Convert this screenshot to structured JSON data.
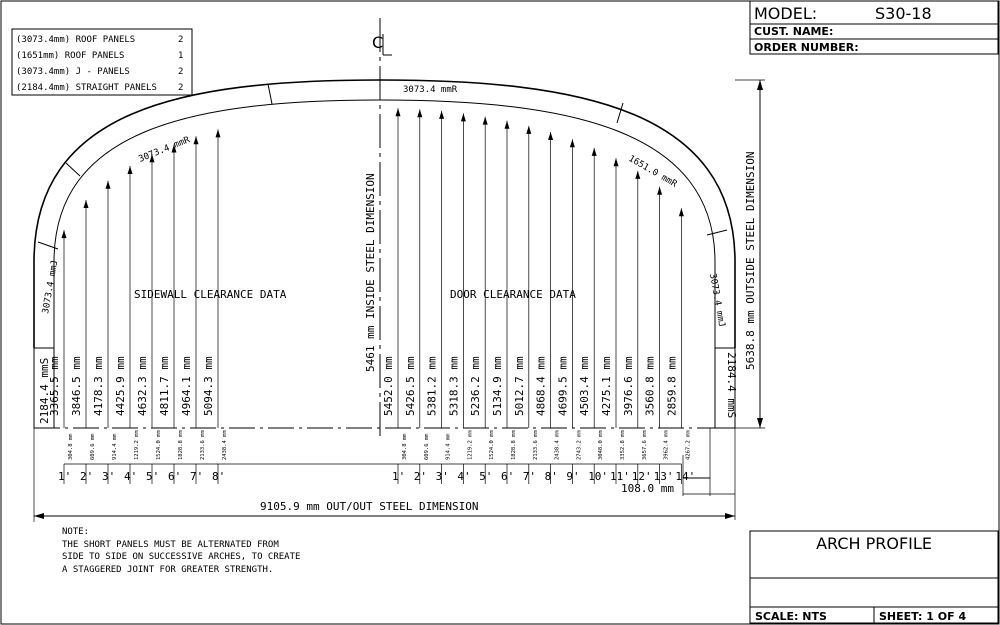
{
  "title_block": {
    "model_label": "MODEL:",
    "model_value": "S30-18",
    "cust_name_label": "CUST. NAME:",
    "order_number_label": "ORDER NUMBER:",
    "drawing_title": "ARCH PROFILE",
    "scale_label": "SCALE:  NTS",
    "sheet_label": "SHEET:  1  OF  4"
  },
  "panel_list": [
    {
      "label": "(3073.4mm) ROOF PANELS",
      "qty": "2"
    },
    {
      "label": "(1651mm) ROOF PANELS",
      "qty": "1"
    },
    {
      "label": "(3073.4mm) J - PANELS",
      "qty": "2"
    },
    {
      "label": "(2184.4mm) STRAIGHT PANELS",
      "qty": "2"
    }
  ],
  "centerline_symbol": "CL",
  "arc_labels": {
    "top": "3073.4  mmR",
    "upper_left": "3073.4  mmR",
    "upper_right": "1651.0  mmR",
    "left_j": "3073.4 mmJ",
    "right_j": "3073.4 mmJ",
    "left_straight": "2184.4 mmS",
    "right_straight": "2184.4  mmS"
  },
  "sidewall": {
    "title": "SIDEWALL CLEARANCE DATA",
    "heights": [
      "3365.5 mm",
      "3846.5 mm",
      "4178.3 mm",
      "4425.9 mm",
      "4632.3 mm",
      "4811.7 mm",
      "4964.1 mm",
      "5094.3 mm"
    ],
    "offsets": [
      "304.8 mm",
      "609.6 mm",
      "914.4 mm",
      "1219.2 mm",
      "1524.0 mm",
      "1828.8 mm",
      "2133.6 mm",
      "2438.4 mm"
    ],
    "feet": [
      "1'",
      "2'",
      "3'",
      "4'",
      "5'",
      "6'",
      "7'",
      "8'"
    ]
  },
  "door": {
    "title": "DOOR CLEARANCE DATA",
    "heights": [
      "5452.0 mm",
      "5426.5 mm",
      "5381.2 mm",
      "5318.3 mm",
      "5236.2 mm",
      "5134.9 mm",
      "5012.7 mm",
      "4868.4 mm",
      "4699.5 mm",
      "4503.4 mm",
      "4275.1 mm",
      "3976.6 mm",
      "3560.8 mm",
      "2859.8 mm"
    ],
    "offsets": [
      "304.8 mm",
      "609.6 mm",
      "914.4 mm",
      "1219.2 mm",
      "1524.0 mm",
      "1828.8 mm",
      "2133.6 mm",
      "2438.4 mm",
      "2743.2 mm",
      "3048.0 mm",
      "3352.8 mm",
      "3657.6 mm",
      "3962.4 mm",
      "4267.2 mm"
    ],
    "feet": [
      "1'",
      "2'",
      "3'",
      "4'",
      "5'",
      "6'",
      "7'",
      "8'",
      "9'",
      "10'",
      "11'",
      "12'",
      "13'",
      "14'"
    ]
  },
  "inside_dimension": "5461  mm  INSIDE  STEEL  DIMENSION",
  "outside_dimension": "5638.8  mm  OUTSIDE  STEEL  DIMENSION",
  "overall_width": "9105.9  mm  OUT/OUT  STEEL  DIMENSION",
  "base_offset": "108.0  mm",
  "note": {
    "heading": "NOTE:",
    "lines": [
      "THE SHORT PANELS MUST BE ALTERNATED FROM",
      "SIDE TO SIDE ON SUCCESSIVE ARCHES, TO CREATE",
      "A STAGGERED JOINT FOR GREATER STRENGTH."
    ]
  }
}
